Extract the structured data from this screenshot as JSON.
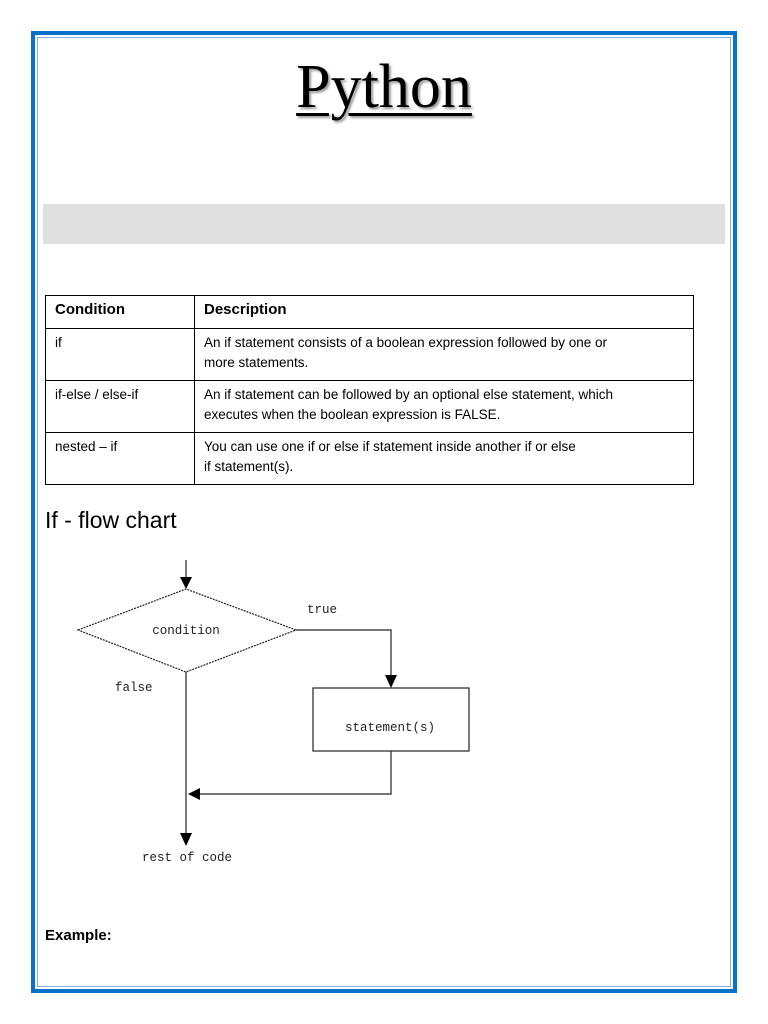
{
  "title": "Python",
  "table": {
    "headers": [
      "Condition",
      "Description"
    ],
    "rows": [
      {
        "condition": "if",
        "lines": [
          "An if statement consists of a boolean expression followed by one or",
          "more statements."
        ]
      },
      {
        "condition": "if-else / else-if",
        "lines": [
          "An if statement can be followed by an optional else statement, which",
          "executes when the boolean expression is FALSE."
        ]
      },
      {
        "condition": "nested – if",
        "lines": [
          "You can use one if or else if statement inside another if or else",
          "if statement(s)."
        ]
      }
    ]
  },
  "flowchart": {
    "heading": "If - flow chart",
    "condition": "condition",
    "true_label": "true",
    "false_label": "false",
    "statement": "statement(s)",
    "rest": "rest of code"
  },
  "example_label": "Example:",
  "colors": {
    "border": "#0a72c9",
    "bar": "#e0dfdf"
  }
}
